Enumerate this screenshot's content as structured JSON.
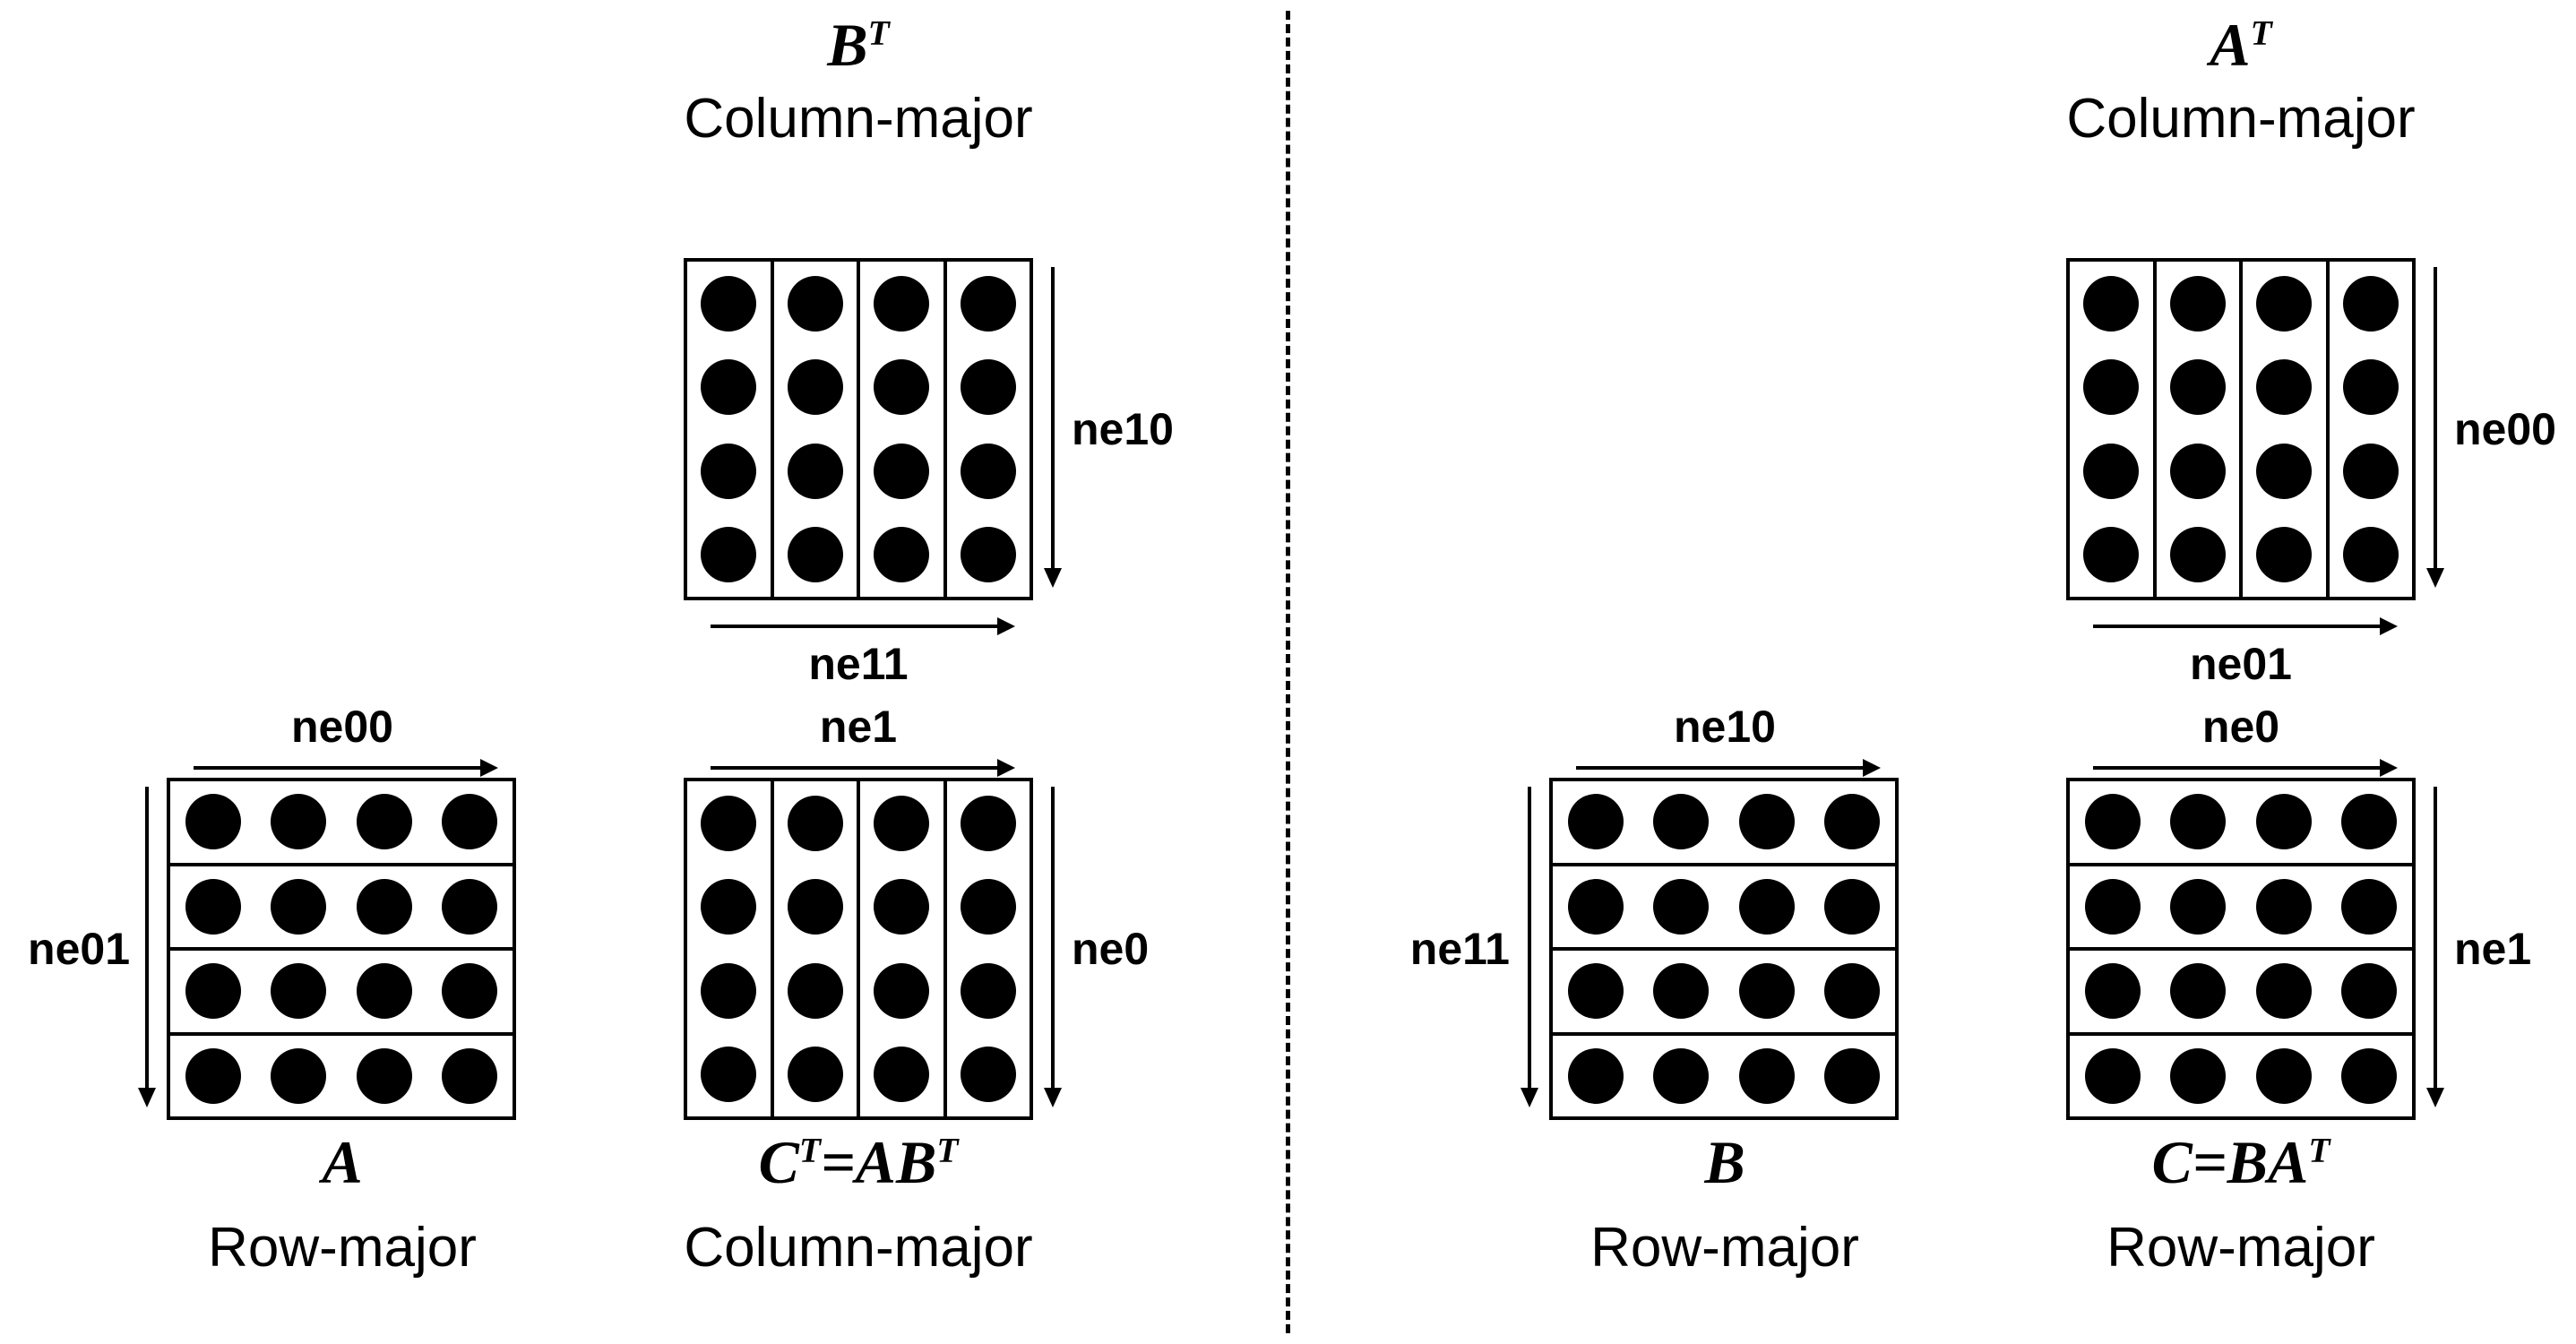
{
  "figure": {
    "colors": {
      "ink": "#000000",
      "background": "#ffffff"
    },
    "left_panel": {
      "top_matrix": {
        "name_parts": [
          {
            "t": "B"
          },
          {
            "t": "T",
            "sup": true
          }
        ],
        "layout": "Column-major",
        "matrix": {
          "orientation": "column",
          "rows": 4,
          "cols": 4
        },
        "right_label": "ne10",
        "bottom_label": "ne11"
      },
      "bottom_left_matrix": {
        "top_label": "ne00",
        "left_label": "ne01",
        "matrix": {
          "orientation": "row",
          "rows": 4,
          "cols": 4
        },
        "name_parts": [
          {
            "t": "A"
          }
        ],
        "layout": "Row-major"
      },
      "bottom_right_matrix": {
        "top_label": "ne1",
        "right_label": "ne0",
        "matrix": {
          "orientation": "column",
          "rows": 4,
          "cols": 4
        },
        "name_parts": [
          {
            "t": "C"
          },
          {
            "t": "T",
            "sup": true
          },
          {
            "t": "=AB"
          },
          {
            "t": "T",
            "sup": true
          }
        ],
        "layout": "Column-major"
      }
    },
    "right_panel": {
      "top_matrix": {
        "name_parts": [
          {
            "t": "A"
          },
          {
            "t": "T",
            "sup": true
          }
        ],
        "layout": "Column-major",
        "matrix": {
          "orientation": "column",
          "rows": 4,
          "cols": 4
        },
        "right_label": "ne00",
        "bottom_label": "ne01"
      },
      "bottom_left_matrix": {
        "top_label": "ne10",
        "left_label": "ne11",
        "matrix": {
          "orientation": "row",
          "rows": 4,
          "cols": 4
        },
        "name_parts": [
          {
            "t": "B"
          }
        ],
        "layout": "Row-major"
      },
      "bottom_right_matrix": {
        "top_label": "ne0",
        "right_label": "ne1",
        "matrix": {
          "orientation": "row",
          "rows": 4,
          "cols": 4
        },
        "name_parts": [
          {
            "t": "C=BA"
          },
          {
            "t": "T",
            "sup": true
          }
        ],
        "layout": "Row-major"
      }
    }
  }
}
